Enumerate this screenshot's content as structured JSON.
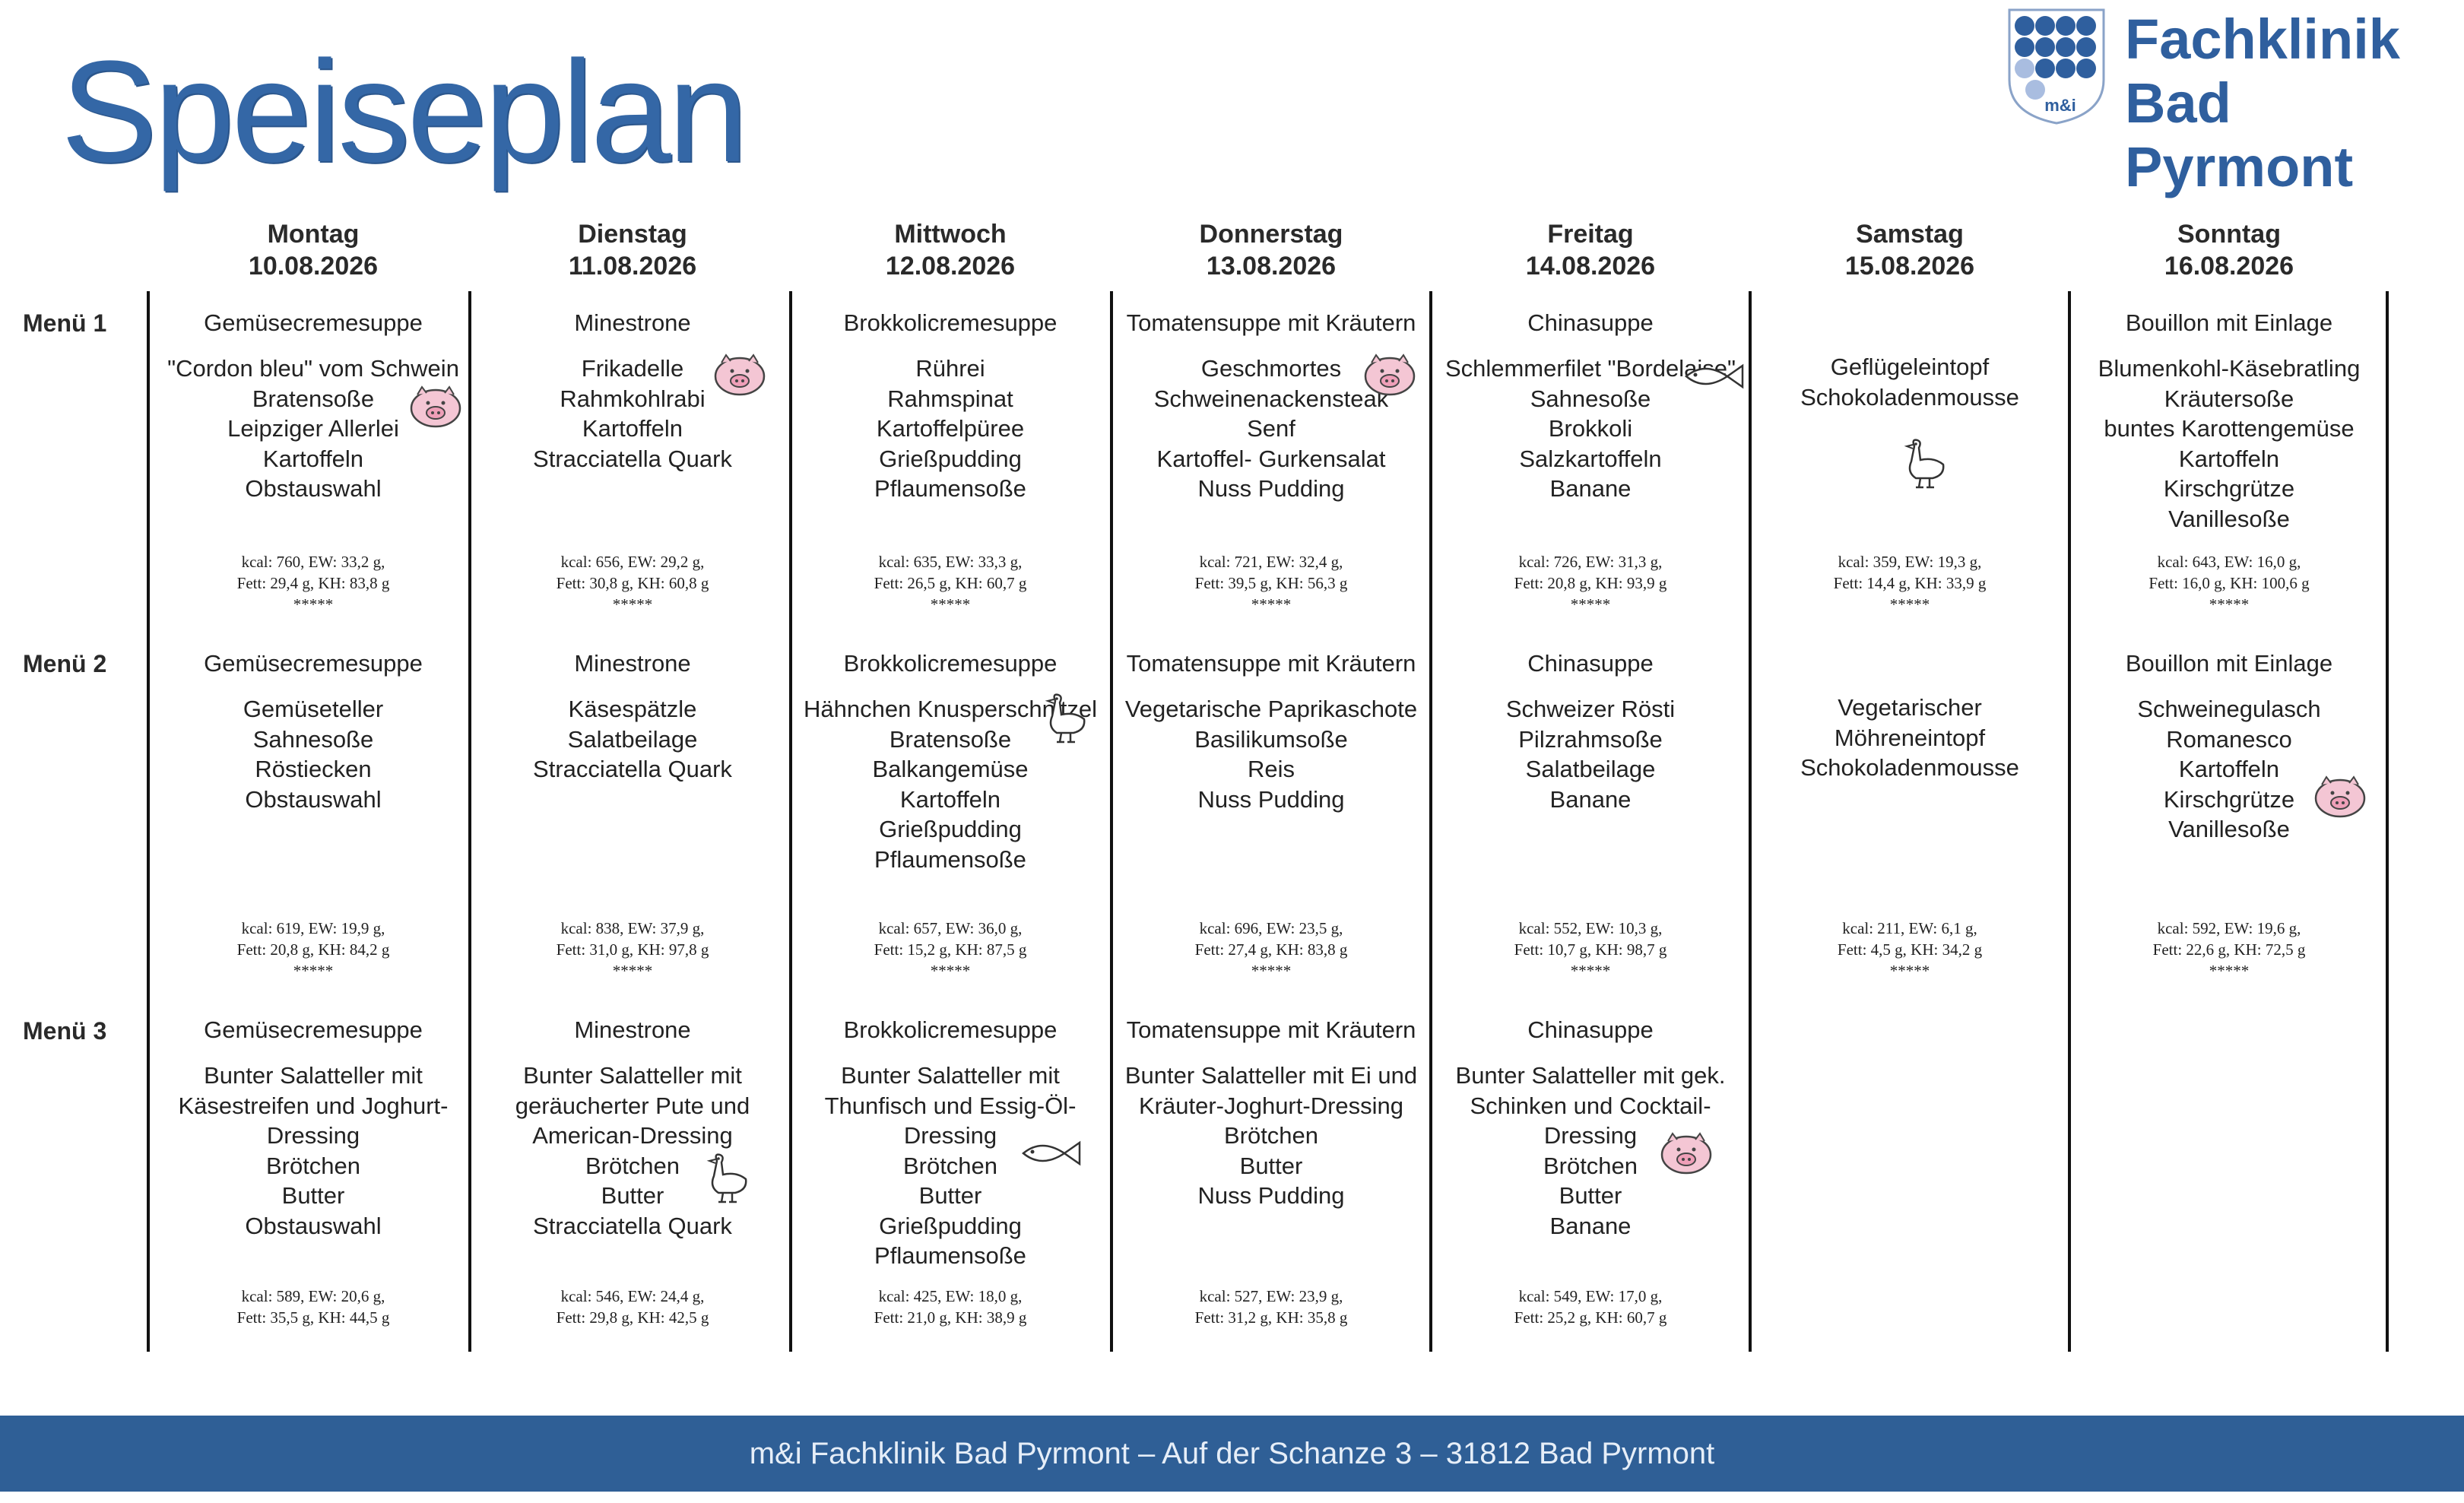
{
  "title": "Speiseplan",
  "logo": {
    "line1": "Fachklinik",
    "line2": "Bad Pyrmont",
    "mark": "m&i"
  },
  "days": [
    {
      "name": "Montag",
      "date": "10.08.2026"
    },
    {
      "name": "Dienstag",
      "date": "11.08.2026"
    },
    {
      "name": "Mittwoch",
      "date": "12.08.2026"
    },
    {
      "name": "Donnerstag",
      "date": "13.08.2026"
    },
    {
      "name": "Freitag",
      "date": "14.08.2026"
    },
    {
      "name": "Samstag",
      "date": "15.08.2026"
    },
    {
      "name": "Sonntag",
      "date": "16.08.2026"
    }
  ],
  "menus": [
    {
      "label": "Menü 1",
      "cells": [
        {
          "soup": "Gemüsecremesuppe",
          "dishes": [
            "\"Cordon bleu\" vom Schwein",
            "Bratensoße",
            "Leipziger Allerlei",
            "Kartoffeln",
            "Obstauswahl"
          ],
          "nutri1": "kcal: 760, EW: 33,2 g,",
          "nutri2": "Fett: 29,4 g, KH: 83,8 g",
          "stars": "*****",
          "icon": "pig-icon"
        },
        {
          "soup": "Minestrone",
          "dishes": [
            "Frikadelle",
            "Rahmkohlrabi",
            "Kartoffeln",
            "Stracciatella Quark"
          ],
          "nutri1": "kcal: 656, EW: 29,2 g,",
          "nutri2": "Fett: 30,8 g, KH: 60,8 g",
          "stars": "*****",
          "icon": "pig-icon"
        },
        {
          "soup": "Brokkolicremesuppe",
          "dishes": [
            "Rührei",
            "Rahmspinat",
            "Kartoffelpüree",
            "Grießpudding",
            "Pflaumensoße"
          ],
          "nutri1": "kcal: 635, EW: 33,3 g,",
          "nutri2": "Fett: 26,5 g, KH: 60,7 g",
          "stars": "*****",
          "icon": ""
        },
        {
          "soup": "Tomatensuppe mit Kräutern",
          "dishes": [
            "Geschmortes",
            "Schweinenackensteak",
            "Senf",
            "Kartoffel- Gurkensalat",
            "Nuss Pudding"
          ],
          "nutri1": "kcal: 721, EW: 32,4 g,",
          "nutri2": "Fett: 39,5 g, KH: 56,3 g",
          "stars": "*****",
          "icon": "pig-icon"
        },
        {
          "soup": "Chinasuppe",
          "dishes": [
            "Schlemmerfilet \"Bordelaise\"",
            "Sahnesoße",
            "Brokkoli",
            "Salzkartoffeln",
            "Banane"
          ],
          "nutri1": "kcal: 726, EW: 31,3 g,",
          "nutri2": "Fett: 20,8 g, KH: 93,9 g",
          "stars": "*****",
          "icon": "fish-icon"
        },
        {
          "soup": "",
          "dishes": [
            "Geflügeleintopf",
            "Schokoladenmousse"
          ],
          "nutri1": "kcal: 359, EW: 19,3 g,",
          "nutri2": "Fett: 14,4 g, KH: 33,9 g",
          "stars": "*****",
          "icon": "chicken-icon"
        },
        {
          "soup": "Bouillon mit Einlage",
          "dishes": [
            "Blumenkohl-Käsebratling",
            "Kräutersoße",
            "buntes Karottengemüse",
            "Kartoffeln",
            "Kirschgrütze",
            "Vanillesoße"
          ],
          "nutri1": "kcal: 643, EW: 16,0 g,",
          "nutri2": "Fett: 16,0 g, KH: 100,6 g",
          "stars": "*****",
          "icon": ""
        }
      ]
    },
    {
      "label": "Menü 2",
      "cells": [
        {
          "soup": "Gemüsecremesuppe",
          "dishes": [
            "Gemüseteller",
            "Sahnesoße",
            "Röstiecken",
            "Obstauswahl"
          ],
          "nutri1": "kcal: 619, EW: 19,9 g,",
          "nutri2": "Fett: 20,8 g, KH: 84,2 g",
          "stars": "*****",
          "icon": ""
        },
        {
          "soup": "Minestrone",
          "dishes": [
            "Käsespätzle",
            "Salatbeilage",
            "Stracciatella Quark"
          ],
          "nutri1": "kcal: 838, EW: 37,9 g,",
          "nutri2": "Fett: 31,0 g, KH: 97,8 g",
          "stars": "*****",
          "icon": ""
        },
        {
          "soup": "Brokkolicremesuppe",
          "dishes": [
            "Hähnchen Knusperschnitzel",
            "Bratensoße",
            "Balkangemüse",
            "Kartoffeln",
            "Grießpudding",
            "Pflaumensoße"
          ],
          "nutri1": "kcal: 657, EW: 36,0 g,",
          "nutri2": "Fett: 15,2 g, KH: 87,5 g",
          "stars": "*****",
          "icon": "chicken-icon"
        },
        {
          "soup": "Tomatensuppe mit Kräutern",
          "dishes": [
            "Vegetarische Paprikaschote",
            "Basilikumsoße",
            "Reis",
            "Nuss Pudding"
          ],
          "nutri1": "kcal: 696, EW: 23,5 g,",
          "nutri2": "Fett: 27,4 g, KH: 83,8 g",
          "stars": "*****",
          "icon": ""
        },
        {
          "soup": "Chinasuppe",
          "dishes": [
            "Schweizer Rösti",
            "Pilzrahmsoße",
            "Salatbeilage",
            "Banane"
          ],
          "nutri1": "kcal: 552, EW: 10,3 g,",
          "nutri2": "Fett: 10,7 g, KH: 98,7 g",
          "stars": "*****",
          "icon": ""
        },
        {
          "soup": "",
          "dishes": [
            "Vegetarischer",
            "Möhreneintopf",
            "Schokoladenmousse"
          ],
          "nutri1": "kcal: 211, EW: 6,1 g,",
          "nutri2": "Fett: 4,5 g, KH: 34,2 g",
          "stars": "*****",
          "icon": ""
        },
        {
          "soup": "Bouillon mit Einlage",
          "dishes": [
            "Schweinegulasch",
            "Romanesco",
            "Kartoffeln",
            "Kirschgrütze",
            "Vanillesoße"
          ],
          "nutri1": "kcal: 592, EW: 19,6 g,",
          "nutri2": "Fett: 22,6 g, KH: 72,5 g",
          "stars": "*****",
          "icon": "pig-icon"
        }
      ]
    },
    {
      "label": "Menü 3",
      "cells": [
        {
          "soup": "Gemüsecremesuppe",
          "dishes": [
            "Bunter Salatteller mit",
            "Käsestreifen und Joghurt-",
            "Dressing",
            "Brötchen",
            "Butter",
            "Obstauswahl"
          ],
          "nutri1": "kcal: 589, EW: 20,6 g,",
          "nutri2": "Fett: 35,5 g, KH: 44,5 g",
          "stars": "",
          "icon": ""
        },
        {
          "soup": "Minestrone",
          "dishes": [
            "Bunter Salatteller mit",
            "geräucherter Pute und",
            "American-Dressing",
            "Brötchen",
            "Butter",
            "Stracciatella Quark"
          ],
          "nutri1": "kcal: 546, EW: 24,4 g,",
          "nutri2": "Fett: 29,8 g, KH: 42,5 g",
          "stars": "",
          "icon": "chicken-icon"
        },
        {
          "soup": "Brokkolicremesuppe",
          "dishes": [
            "Bunter Salatteller mit",
            "Thunfisch und Essig-Öl-",
            "Dressing",
            "Brötchen",
            "Butter",
            "Grießpudding",
            "Pflaumensoße"
          ],
          "nutri1": "kcal: 425, EW: 18,0 g,",
          "nutri2": "Fett: 21,0 g, KH: 38,9 g",
          "stars": "",
          "icon": "fish-icon"
        },
        {
          "soup": "Tomatensuppe mit Kräutern",
          "dishes": [
            "Bunter Salatteller mit Ei und",
            "Kräuter-Joghurt-Dressing",
            "Brötchen",
            "Butter",
            "Nuss Pudding"
          ],
          "nutri1": "kcal: 527, EW: 23,9 g,",
          "nutri2": "Fett: 31,2 g, KH: 35,8 g",
          "stars": "",
          "icon": ""
        },
        {
          "soup": "Chinasuppe",
          "dishes": [
            "Bunter Salatteller mit gek.",
            "Schinken und Cocktail-",
            "Dressing",
            "Brötchen",
            "Butter",
            "Banane"
          ],
          "nutri1": "kcal: 549, EW: 17,0 g,",
          "nutri2": "Fett: 25,2 g, KH: 60,7 g",
          "stars": "",
          "icon": "pig-icon"
        }
      ]
    }
  ],
  "footer": "m&i Fachklinik Bad Pyrmont  – Auf der Schanze 3 – 31812 Bad Pyrmont",
  "colors": {
    "brand": "#3467a6",
    "footer_bg": "#2f5f96"
  }
}
